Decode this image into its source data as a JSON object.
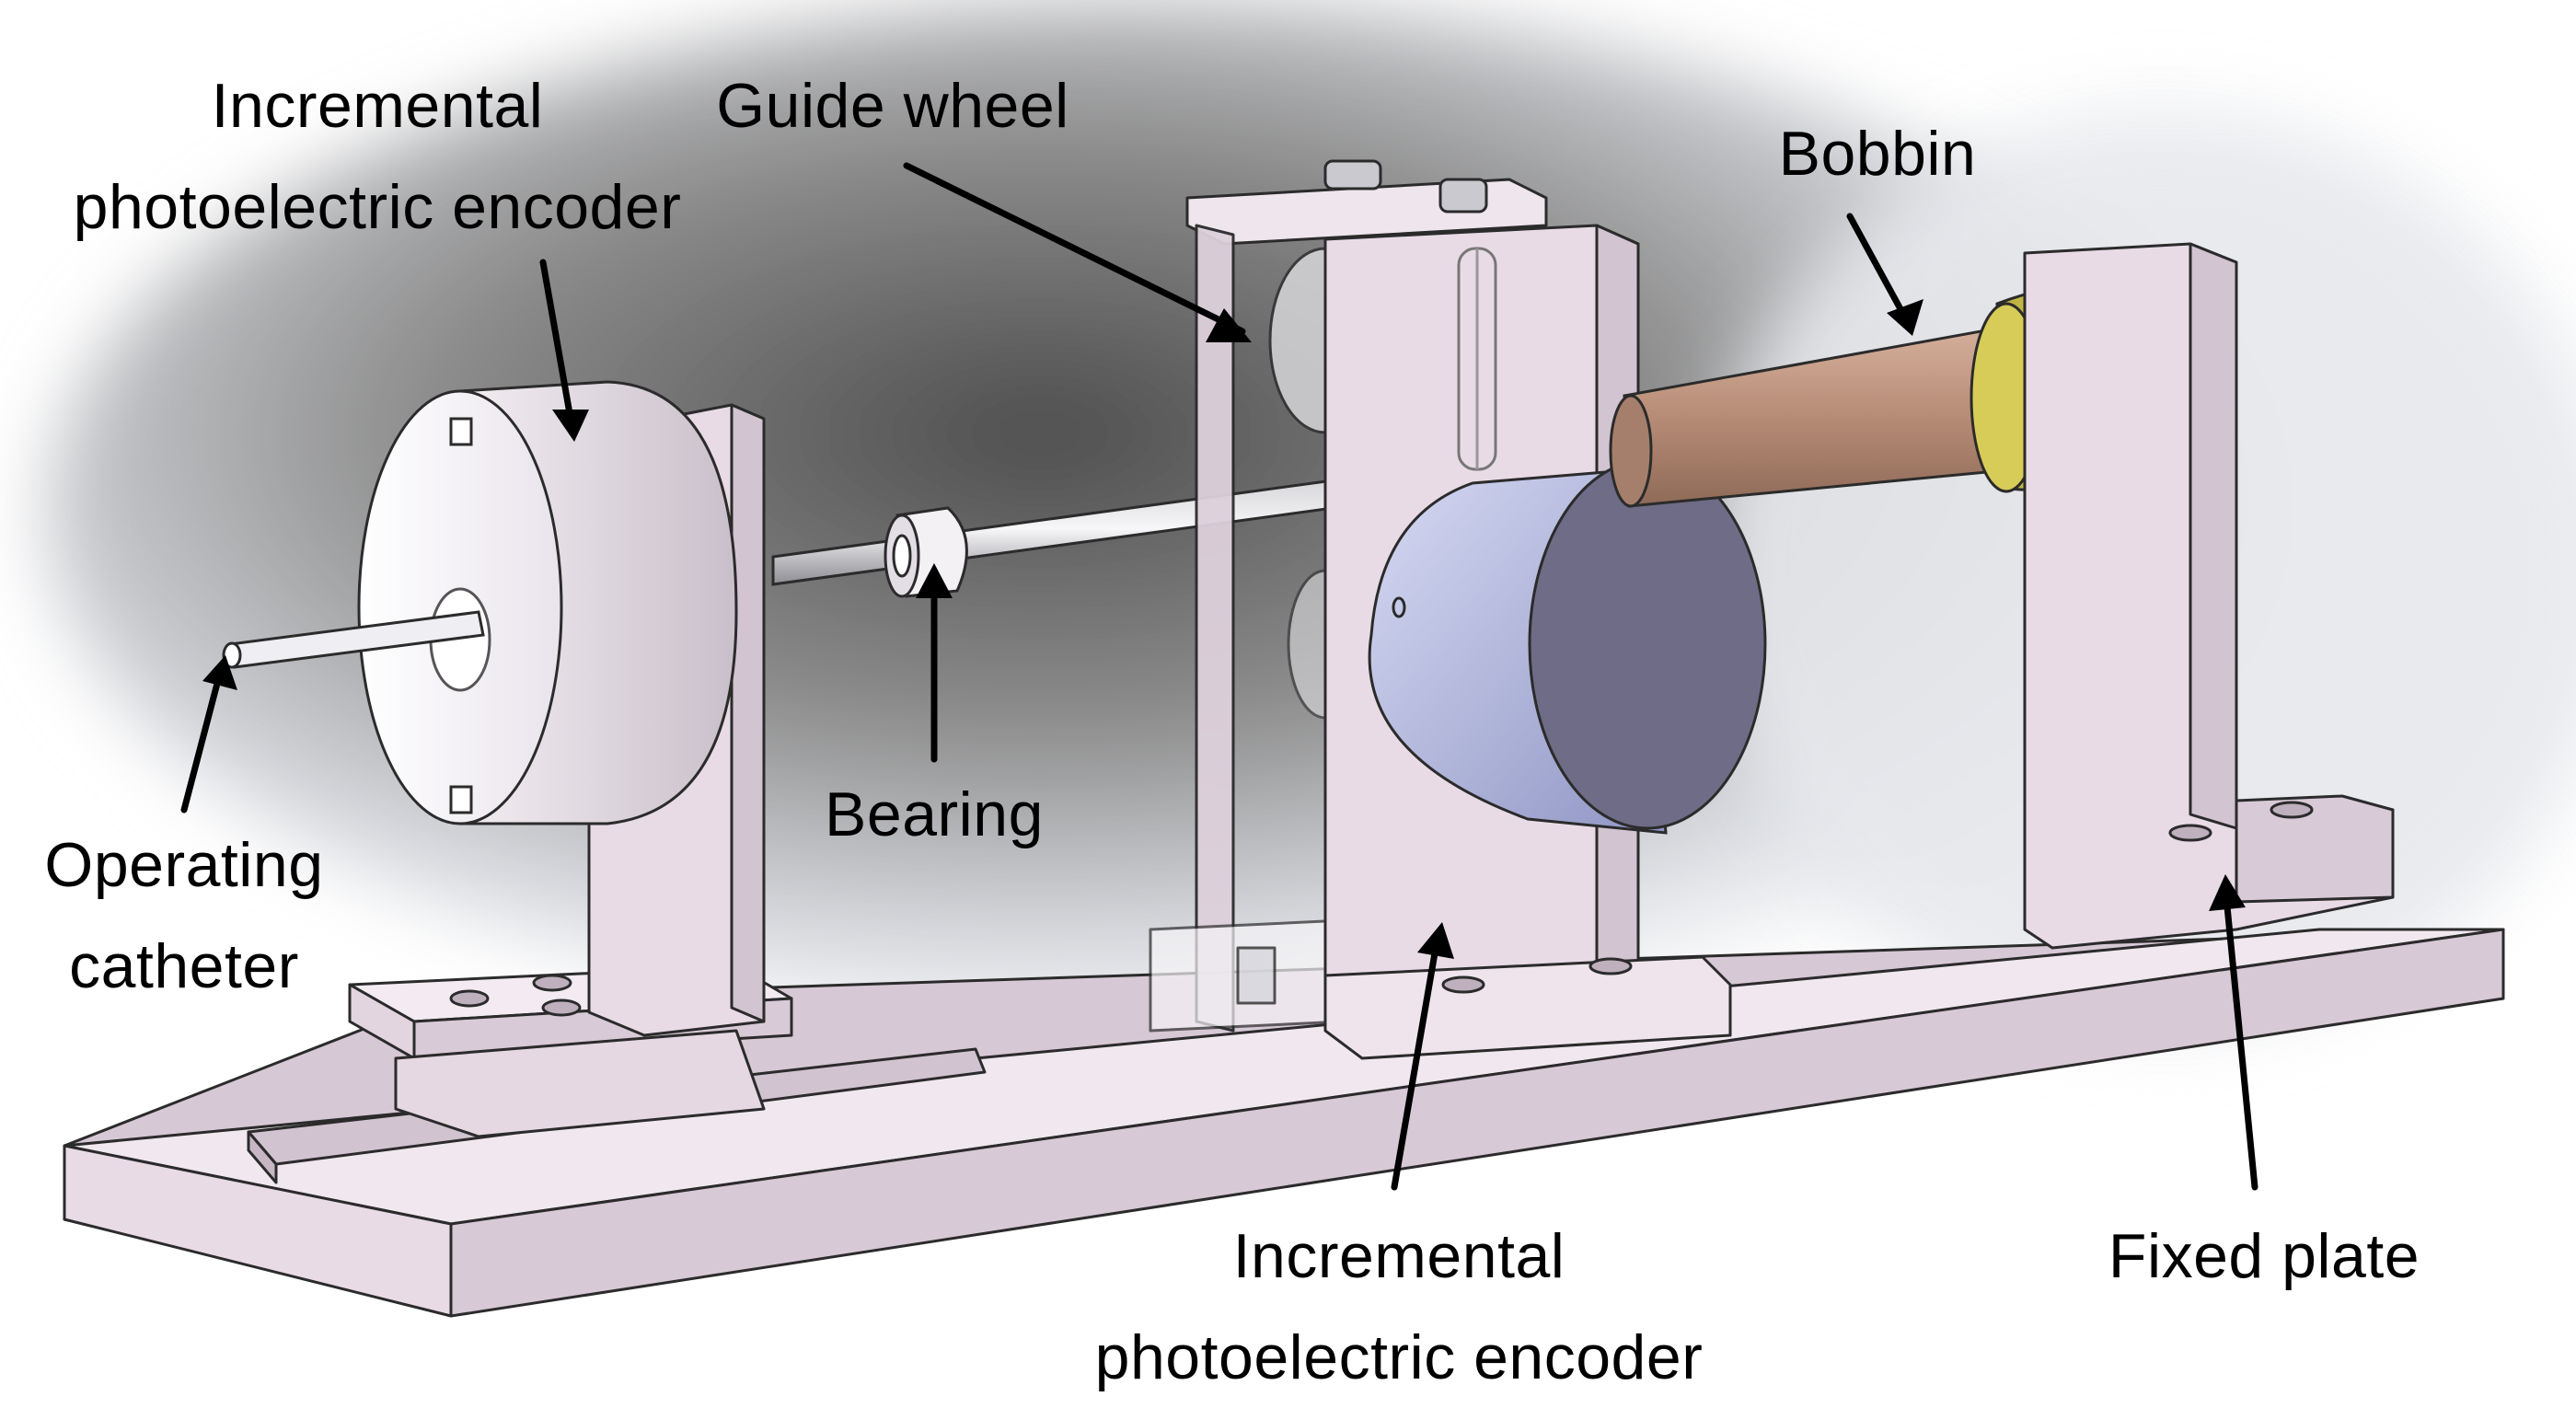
{
  "labels": {
    "encoder_left": {
      "line1": "Incremental",
      "line2": "photoelectric encoder"
    },
    "guide_wheel": "Guide wheel",
    "bobbin": "Bobbin",
    "bearing": "Bearing",
    "operating_catheter": {
      "line1": "Operating",
      "line2": "catheter"
    },
    "encoder_center": {
      "line1": "Incremental",
      "line2": "photoelectric encoder"
    },
    "fixed_plate": "Fixed plate"
  },
  "colors": {
    "frame_face": "#e8dbe6",
    "frame_side": "#d7c8d5",
    "encoder_front": "#6e6c86",
    "encoder_side": "#b9bde0",
    "bobbin": "#b78c76",
    "bobbin_cap": "#d7cc57",
    "outline": "#2b2b2b",
    "arrow": "#000000"
  }
}
